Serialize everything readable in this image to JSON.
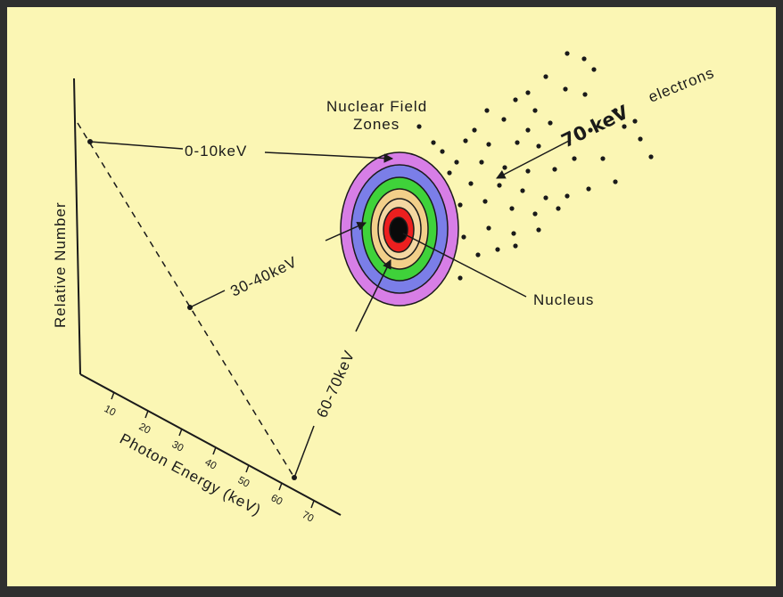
{
  "title": {
    "line1": "Nuclear Field",
    "line2": "Zones"
  },
  "axes": {
    "y_label": "Relative Number",
    "x_label": "Photon Energy (keV)",
    "x_ticks": [
      "10",
      "20",
      "30",
      "40",
      "50",
      "60",
      "70"
    ]
  },
  "labels": {
    "band_low": "0-10keV",
    "band_mid": "30-40keV",
    "band_high": "60-70keV",
    "nucleus": "Nucleus",
    "electrons_energy": "70 keV",
    "electrons": "electrons"
  },
  "colors": {
    "background": "#fbf6b4",
    "frame": "#2f2f2f",
    "zones_outer_to_inner": [
      "#d77ee6",
      "#7b7ee8",
      "#3fd23a",
      "#f2cf8a",
      "#f4d7a2",
      "#ec1f1f",
      "#0a0a0a"
    ]
  }
}
